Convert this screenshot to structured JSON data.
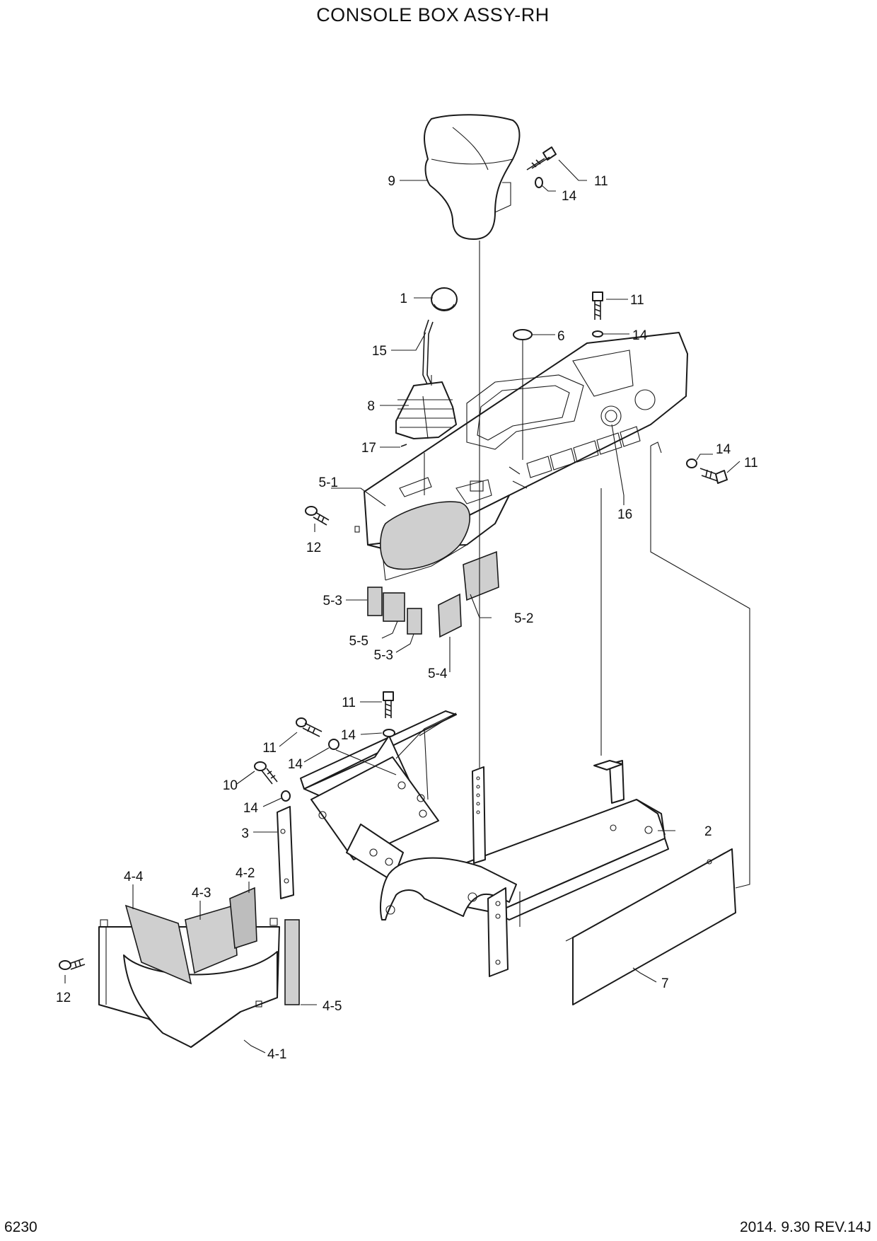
{
  "header": {
    "title": "CONSOLE BOX ASSY-RH"
  },
  "footer": {
    "page_number": "6230",
    "revision": "2014. 9.30  REV.14J"
  },
  "callouts": {
    "c1": "1",
    "c15": "15",
    "c8": "8",
    "c17": "17",
    "c9": "9",
    "c11a": "11",
    "c14a": "14",
    "c11b": "11",
    "c14b": "14",
    "c6": "6",
    "c14c": "14",
    "c11c": "11",
    "c16": "16",
    "c5_1": "5-1",
    "c12a": "12",
    "c5_3a": "5-3",
    "c5_5": "5-5",
    "c5_3b": "5-3",
    "c5_4": "5-4",
    "c5_2": "5-2",
    "c11d": "11",
    "c14d": "14",
    "c11e": "11",
    "c14e": "14",
    "c10": "10",
    "c14f": "14",
    "c3": "3",
    "c2": "2",
    "c4_4": "4-4",
    "c4_3": "4-3",
    "c4_2": "4-2",
    "c12b": "12",
    "c4_5": "4-5",
    "c4_1": "4-1",
    "c7": "7"
  }
}
